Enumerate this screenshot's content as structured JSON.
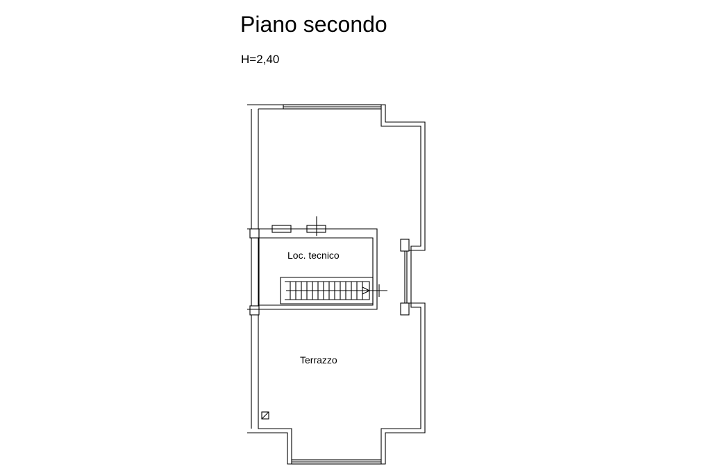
{
  "title": "Piano secondo",
  "height_note": "H=2,40",
  "rooms": {
    "loc_tecnico": "Loc. tecnico",
    "terrazzo": "Terrazzo"
  },
  "colors": {
    "line": "#000000",
    "background": "#ffffff"
  }
}
